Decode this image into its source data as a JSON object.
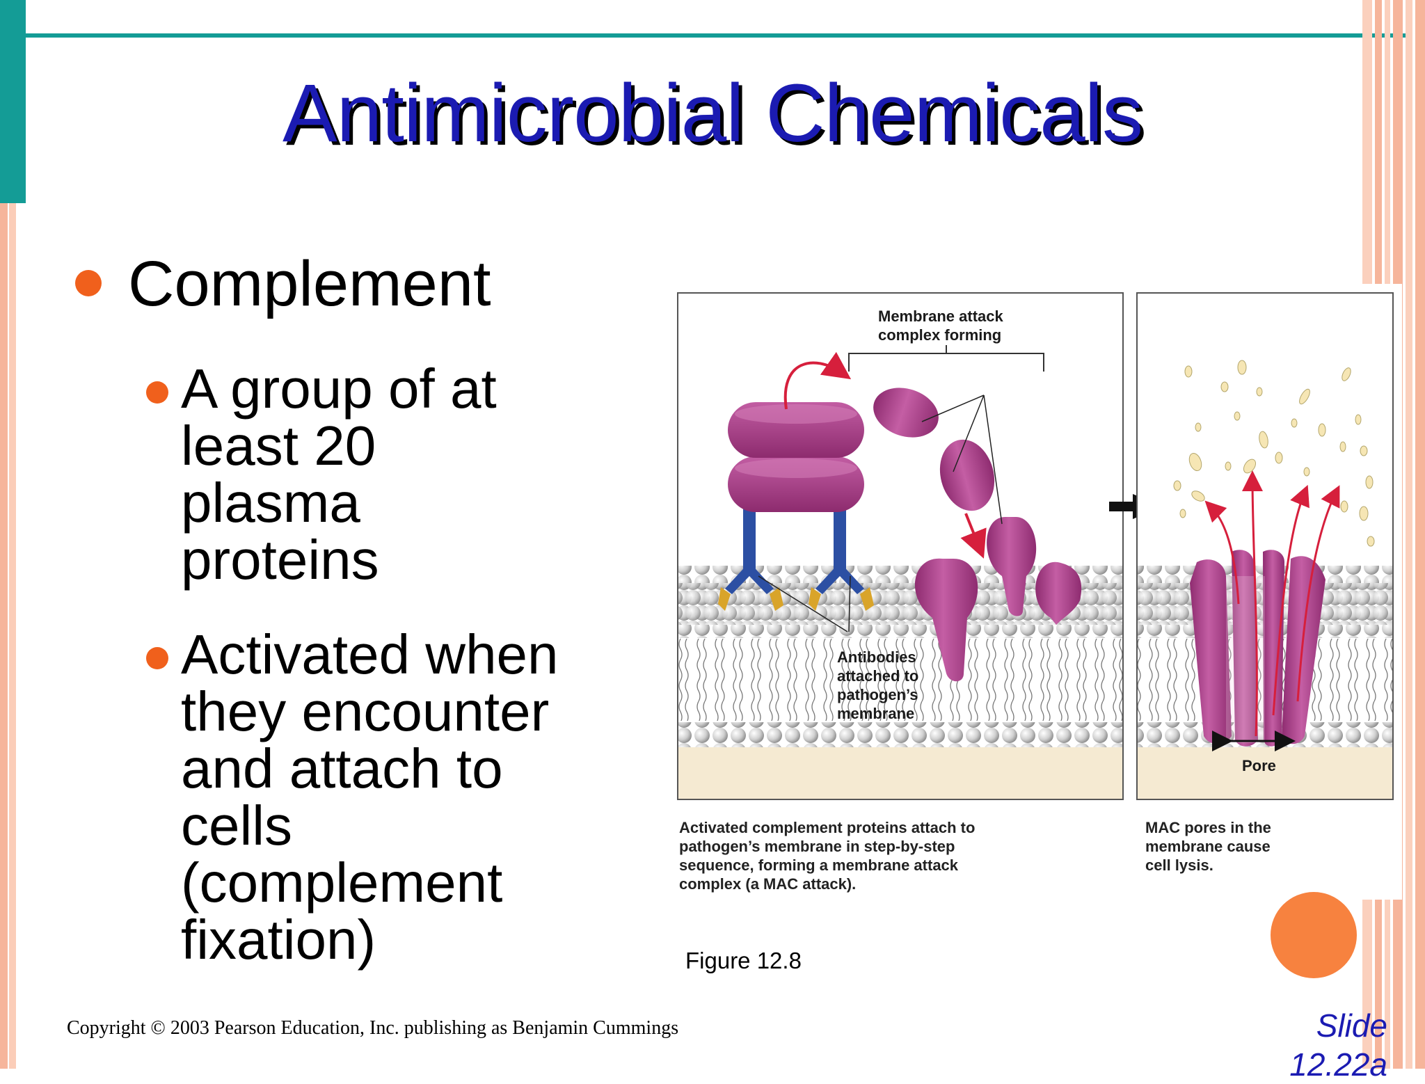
{
  "slide": {
    "title": "Antimicrobial Chemicals",
    "bullet_main": "Complement",
    "sub_bullets": [
      {
        "lines": [
          "A group of at",
          "least 20",
          "plasma",
          "proteins"
        ]
      },
      {
        "lines": [
          "Activated when",
          "they encounter",
          "and attach to",
          "cells",
          "(complement",
          "fixation)"
        ]
      }
    ],
    "figure_caption": "Figure 12.8",
    "copyright": "Copyright © 2003 Pearson Education, Inc. publishing as Benjamin Cummings",
    "slide_number_lines": [
      "Slide",
      "12.22a"
    ]
  },
  "figure": {
    "label_mac_forming": [
      "Membrane attack",
      "complex forming"
    ],
    "label_antibodies": [
      "Antibodies",
      "attached to",
      "pathogen’s",
      "membrane"
    ],
    "label_pore": "Pore",
    "caption_left": [
      "Activated complement proteins attach to",
      "pathogen’s membrane in step-by-step",
      "sequence, forming a membrane attack",
      "complex (a MAC attack)."
    ],
    "caption_right": [
      "MAC pores in the",
      "membrane cause",
      "cell lysis."
    ]
  },
  "colors": {
    "title": "#1b1bb2",
    "teal": "#149c96",
    "bullet": "#f0601c",
    "protein": "#b2418f",
    "antibody": "#2c4fa3",
    "arrow_red": "#d61f3c"
  }
}
